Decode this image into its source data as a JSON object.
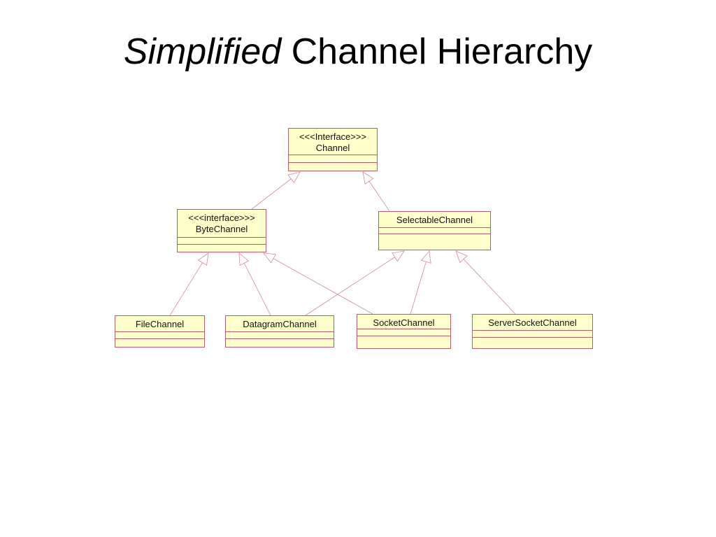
{
  "title": {
    "emphasis": "Simplified",
    "rest": "Channel Hierarchy"
  },
  "colors": {
    "box_fill": "#ffffcc",
    "box_border": "#b85a70",
    "connector": "#d08a9a"
  },
  "nodes": {
    "channel": {
      "stereotype": "<<<Interface>>>",
      "name": "Channel"
    },
    "byte_channel": {
      "stereotype": "<<<interface>>>",
      "name": "ByteChannel"
    },
    "selectable_channel": {
      "name": "SelectableChannel"
    },
    "file_channel": {
      "name": "FileChannel"
    },
    "datagram_channel": {
      "name": "DatagramChannel"
    },
    "socket_channel": {
      "name": "SocketChannel"
    },
    "server_socket_channel": {
      "name": "ServerSocketChannel"
    }
  },
  "relations": [
    {
      "from": "byte_channel",
      "to": "channel",
      "type": "generalization"
    },
    {
      "from": "selectable_channel",
      "to": "channel",
      "type": "generalization"
    },
    {
      "from": "file_channel",
      "to": "byte_channel",
      "type": "generalization"
    },
    {
      "from": "datagram_channel",
      "to": "byte_channel",
      "type": "generalization"
    },
    {
      "from": "socket_channel",
      "to": "byte_channel",
      "type": "generalization"
    },
    {
      "from": "datagram_channel",
      "to": "selectable_channel",
      "type": "generalization"
    },
    {
      "from": "socket_channel",
      "to": "selectable_channel",
      "type": "generalization"
    },
    {
      "from": "server_socket_channel",
      "to": "selectable_channel",
      "type": "generalization"
    }
  ]
}
